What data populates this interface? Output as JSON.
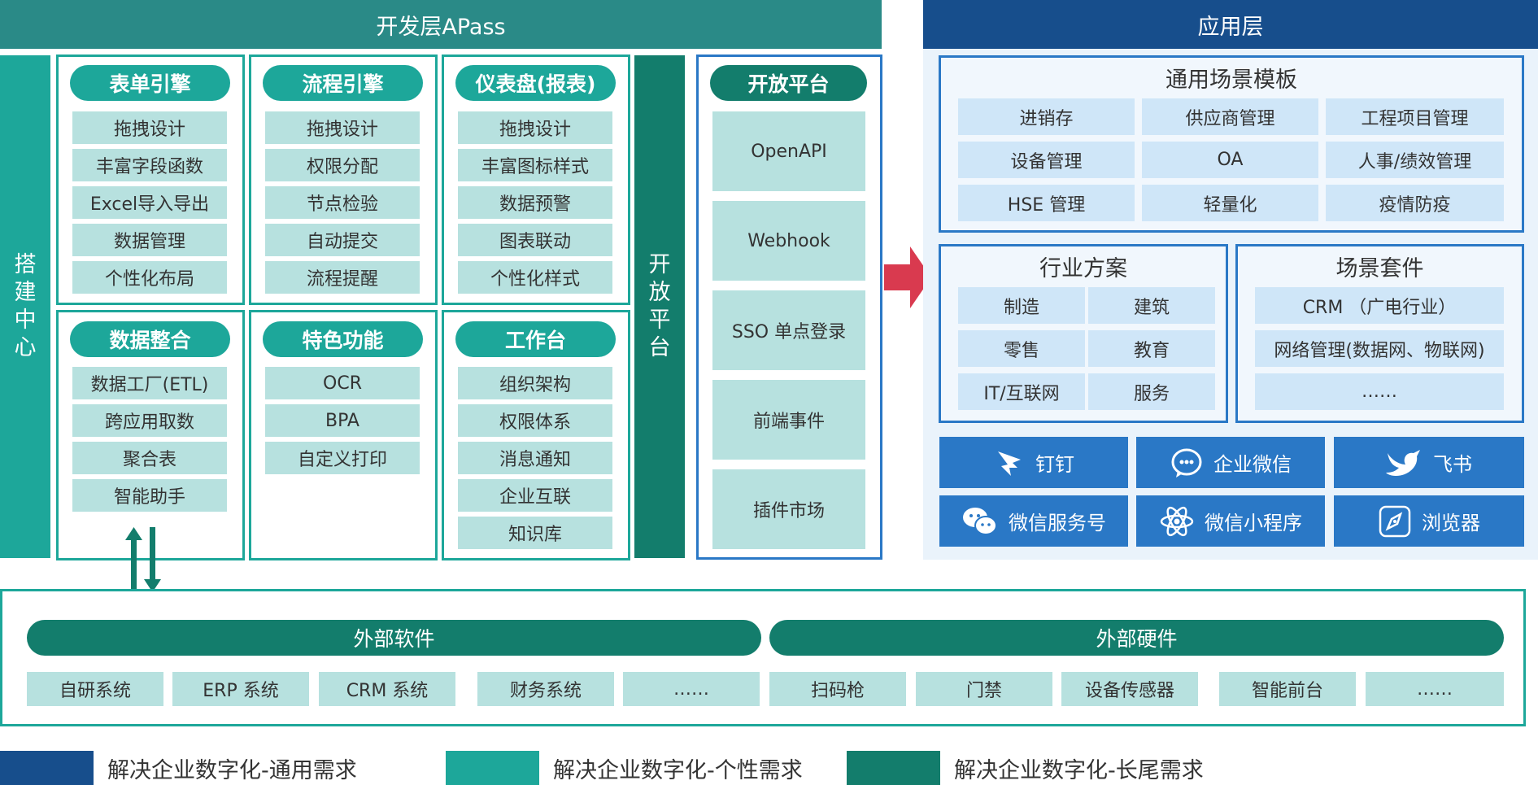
{
  "headers": {
    "dev": "开发层APass",
    "app": "应用层"
  },
  "build_center": [
    "搭",
    "建",
    "中",
    "心"
  ],
  "open_vertical": [
    "开",
    "放",
    "平",
    "台"
  ],
  "modules": {
    "form": {
      "title": "表单引擎",
      "items": [
        "拖拽设计",
        "丰富字段函数",
        "Excel导入导出",
        "数据管理",
        "个性化布局"
      ]
    },
    "flow": {
      "title": "流程引擎",
      "items": [
        "拖拽设计",
        "权限分配",
        "节点检验",
        "自动提交",
        "流程提醒"
      ]
    },
    "dashboard": {
      "title": "仪表盘(报表)",
      "items": [
        "拖拽设计",
        "丰富图标样式",
        "数据预警",
        "图表联动",
        "个性化样式"
      ]
    },
    "data": {
      "title": "数据整合",
      "items": [
        "数据工厂(ETL)",
        "跨应用取数",
        "聚合表",
        "智能助手"
      ]
    },
    "feature": {
      "title": "特色功能",
      "items": [
        "OCR",
        "BPA",
        "自定义打印"
      ]
    },
    "workbench": {
      "title": "工作台",
      "items": [
        "组织架构",
        "权限体系",
        "消息通知",
        "企业互联",
        "知识库"
      ]
    }
  },
  "open_platform": {
    "title": "开放平台",
    "items": [
      "OpenAPI",
      "Webhook",
      "SSO 单点登录",
      "前端事件",
      "插件市场"
    ]
  },
  "app_layer": {
    "general": {
      "title": "通用场景模板",
      "items": [
        "进销存",
        "供应商管理",
        "工程项目管理",
        "设备管理",
        "OA",
        "人事/绩效管理",
        "HSE 管理",
        "轻量化",
        "疫情防疫"
      ]
    },
    "industry": {
      "title": "行业方案",
      "items": [
        "制造",
        "建筑",
        "零售",
        "教育",
        "IT/互联网",
        "服务"
      ]
    },
    "suite": {
      "title": "场景套件",
      "items": [
        "CRM （广电行业）",
        "网络管理(数据网、物联网)",
        "……"
      ]
    },
    "channels": [
      {
        "label": "钉钉",
        "icon": "dingtalk-icon"
      },
      {
        "label": "企业微信",
        "icon": "wecom-icon"
      },
      {
        "label": "飞书",
        "icon": "feishu-icon"
      },
      {
        "label": "微信服务号",
        "icon": "wechat-icon"
      },
      {
        "label": "微信小程序",
        "icon": "miniprogram-icon"
      },
      {
        "label": "浏览器",
        "icon": "browser-icon"
      }
    ]
  },
  "external": {
    "software": {
      "title": "外部软件",
      "items": [
        "自研系统",
        "ERP 系统",
        "CRM 系统",
        "财务系统",
        "……"
      ]
    },
    "hardware": {
      "title": "外部硬件",
      "items": [
        "扫码枪",
        "门禁",
        "设备传感器",
        "智能前台",
        "……"
      ]
    }
  },
  "legend": [
    {
      "label": "解决企业数字化-通用需求",
      "color": "#174e8c"
    },
    {
      "label": "解决企业数字化-个性需求",
      "color": "#1da79a"
    },
    {
      "label": "解决企业数字化-长尾需求",
      "color": "#137d6c"
    }
  ]
}
